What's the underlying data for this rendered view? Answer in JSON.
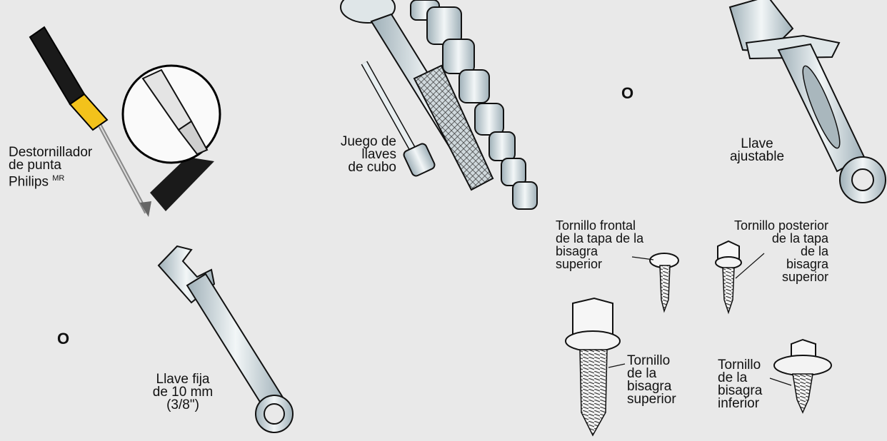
{
  "labels": {
    "screwdriver": [
      "Destornillador",
      "de punta",
      "Philips"
    ],
    "screwdriver_mark": "MR",
    "socket_set": [
      "Juego de",
      "llaves",
      "de cubo"
    ],
    "adjustable_wrench": [
      "Llave",
      "ajustable"
    ],
    "combination_wrench": [
      "Llave fija",
      "de 10 mm",
      "(3/8\")"
    ],
    "front_screw": [
      "Tornillo frontal",
      "de la tapa de la",
      "bisagra",
      "superior"
    ],
    "rear_screw": [
      "Tornillo posterior",
      "de la tapa",
      "de la",
      "bisagra",
      "superior"
    ],
    "top_hinge_bolt": [
      "Tornillo",
      "de la",
      "bisagra",
      "superior"
    ],
    "bottom_hinge_bolt": [
      "Tornillo",
      "de la",
      "bisagra",
      "inferior"
    ]
  },
  "alternatives": {
    "or_top": "O",
    "or_bottom": "O"
  }
}
